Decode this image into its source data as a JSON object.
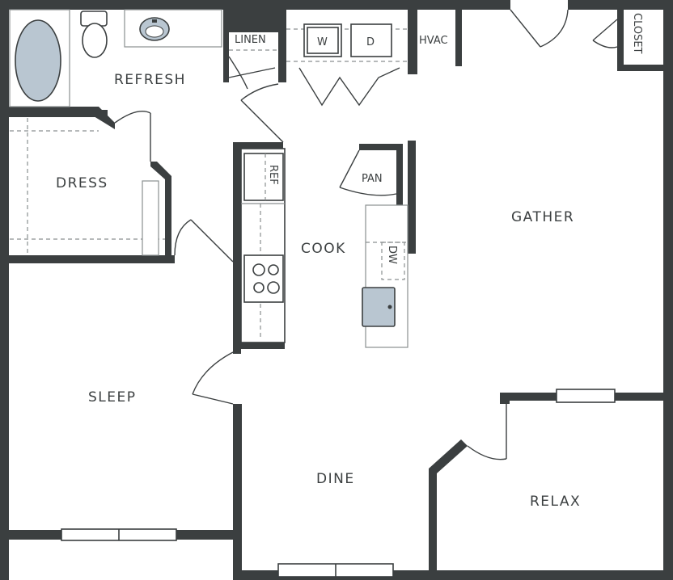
{
  "rooms": {
    "refresh": "REFRESH",
    "dress": "DRESS",
    "cook": "COOK",
    "gather": "GATHER",
    "sleep": "SLEEP",
    "dine": "DINE",
    "relax": "RELAX"
  },
  "fixtures": {
    "linen": "LINEN",
    "washer": "W",
    "dryer": "D",
    "hvac": "HVAC",
    "closet": "CLOSET",
    "fridge": "REF",
    "pantry": "PAN",
    "dishwasher": "DW"
  },
  "colors": {
    "wall": "#3b3f40",
    "water": "#b9c6d1"
  }
}
